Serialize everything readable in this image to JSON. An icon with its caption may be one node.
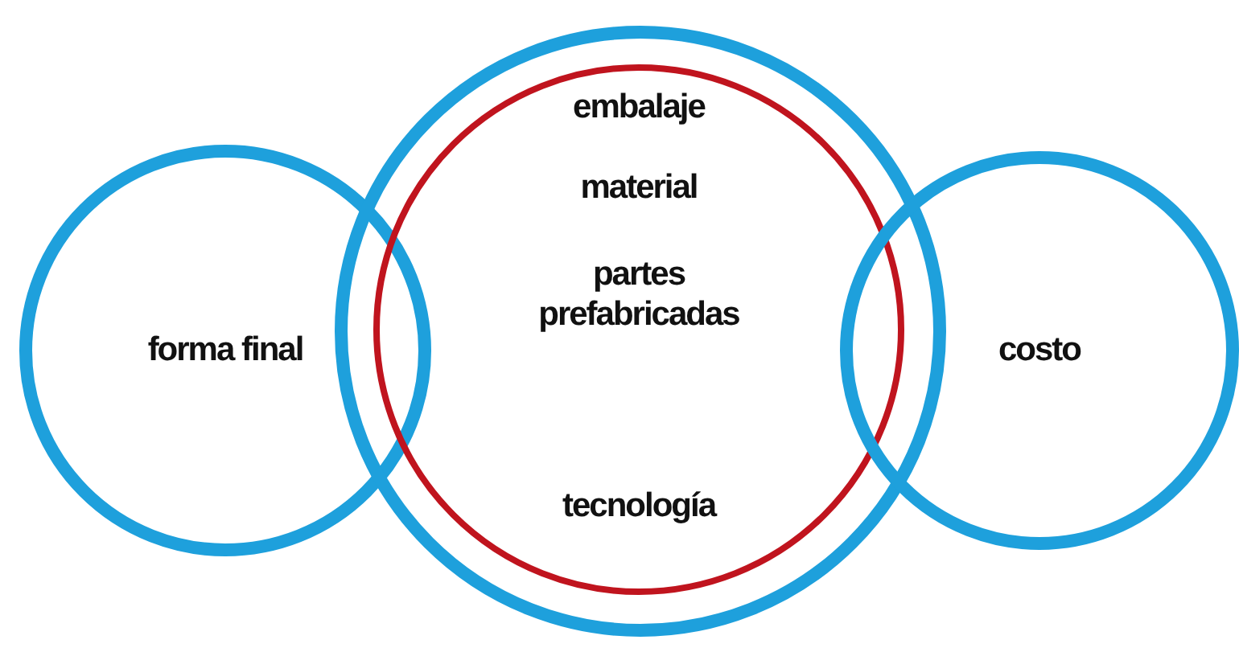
{
  "diagram": {
    "nodes": [
      {
        "text": [
          "forma final"
        ]
      },
      {
        "text": [],
        "shape": "circle"
      },
      {
        "text": [
          "embalaje",
          "material",
          "partes prefabricadas",
          "tecnología"
        ],
        "in": 1
      },
      {
        "text": [
          "costo"
        ]
      }
    ]
  }
}
